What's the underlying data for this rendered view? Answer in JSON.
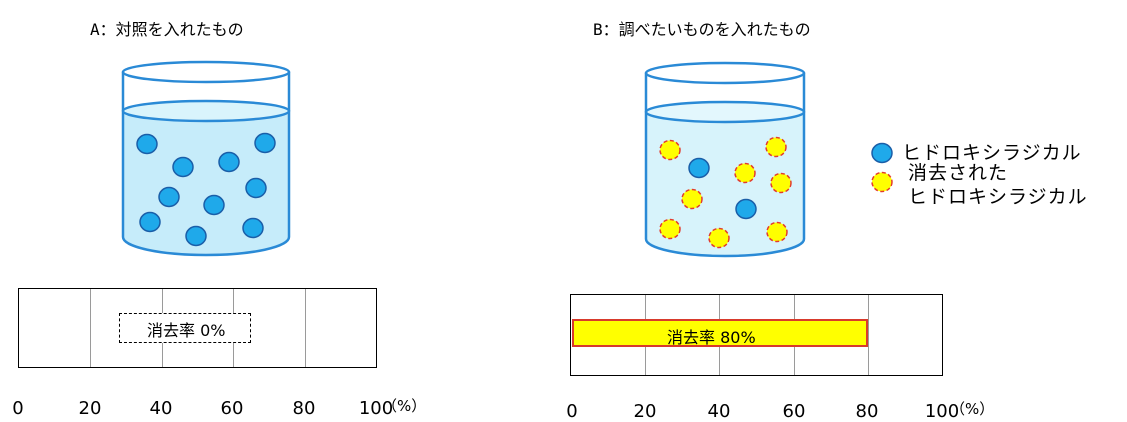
{
  "panel_a": {
    "caption": "A：対照を入れたもの",
    "rate_label": "消去率 0%",
    "rate_value": 0
  },
  "panel_b": {
    "caption": "B：調べたいものを入れたもの",
    "rate_label": "消去率 80%",
    "rate_value": 80
  },
  "legend": {
    "radical": "ヒドロキシラジカル",
    "scavenged_line1": "消去された",
    "scavenged_line2": "ヒドロキシラジカル"
  },
  "scale": {
    "ticks": [
      "0",
      "20",
      "40",
      "60",
      "80",
      "100"
    ],
    "unit": "（%）"
  },
  "colors": {
    "radical_fill": "#1fa9ea",
    "radical_stroke": "#1a5ea8",
    "scavenged_fill": "#ffff00",
    "scavenged_stroke": "#e23b2e",
    "beaker_stroke": "#2a8ad6",
    "liquid_fill_a": "#c6ecfa",
    "liquid_fill_b": "#d7f3fb",
    "bar_fill": "#ffff00",
    "bar_stroke": "#d83a2c"
  }
}
